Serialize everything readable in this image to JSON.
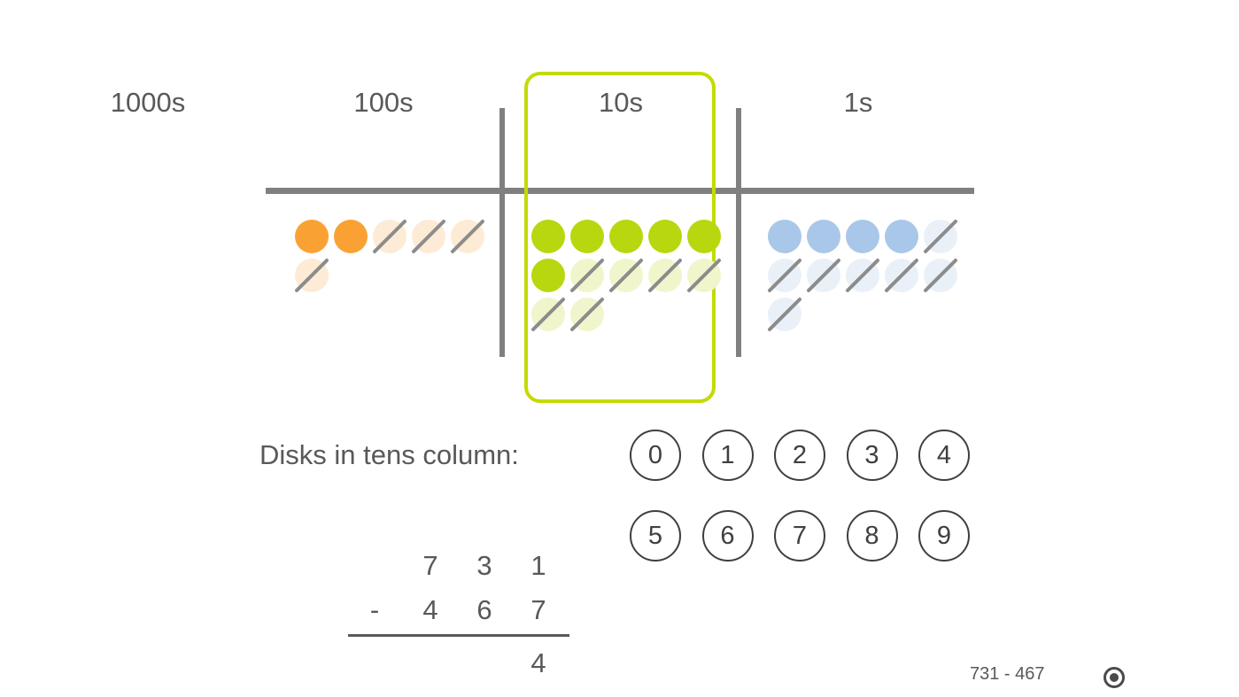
{
  "theme": {
    "background": "#ffffff",
    "text_gray": "#595959",
    "line_gray": "#808080",
    "slash_gray": "#8c8c8c",
    "choice_border": "#3f3f3f",
    "highlight_green": "#c3db00",
    "icon_gray": "#4a4a4a"
  },
  "place_value_chart": {
    "columns": [
      {
        "id": "thousands",
        "label": "1000s",
        "highlighted": false,
        "solid_color": "#f9a233",
        "faded_color": "#fdebd5",
        "disks": []
      },
      {
        "id": "hundreds",
        "label": "100s",
        "highlighted": false,
        "solid_color": "#f9a233",
        "faded_color": "#fdebd5",
        "disks": [
          "solid",
          "solid",
          "crossed",
          "crossed",
          "crossed",
          "crossed"
        ]
      },
      {
        "id": "tens",
        "label": "10s",
        "highlighted": true,
        "solid_color": "#b8d70e",
        "faded_color": "#f1f5cc",
        "disks": [
          "solid",
          "solid",
          "solid",
          "solid",
          "solid",
          "solid",
          "crossed",
          "crossed",
          "crossed",
          "crossed",
          "crossed",
          "crossed"
        ]
      },
      {
        "id": "ones",
        "label": "1s",
        "highlighted": false,
        "solid_color": "#a9c7e8",
        "faded_color": "#eaf0f8",
        "disks": [
          "solid",
          "solid",
          "solid",
          "solid",
          "crossed",
          "crossed",
          "crossed",
          "crossed",
          "crossed",
          "crossed",
          "crossed"
        ]
      }
    ]
  },
  "question": {
    "label": "Disks in tens column:"
  },
  "answer_choices": {
    "digits": [
      "0",
      "1",
      "2",
      "3",
      "4",
      "5",
      "6",
      "7",
      "8",
      "9"
    ]
  },
  "worksheet": {
    "operator": "-",
    "minuend_digits": [
      "7",
      "3",
      "1"
    ],
    "subtrahend_digits": [
      "4",
      "6",
      "7"
    ],
    "result_digits": [
      "",
      "",
      "4"
    ]
  },
  "footer": {
    "problem": "731 - 467",
    "icon": "record-icon"
  }
}
